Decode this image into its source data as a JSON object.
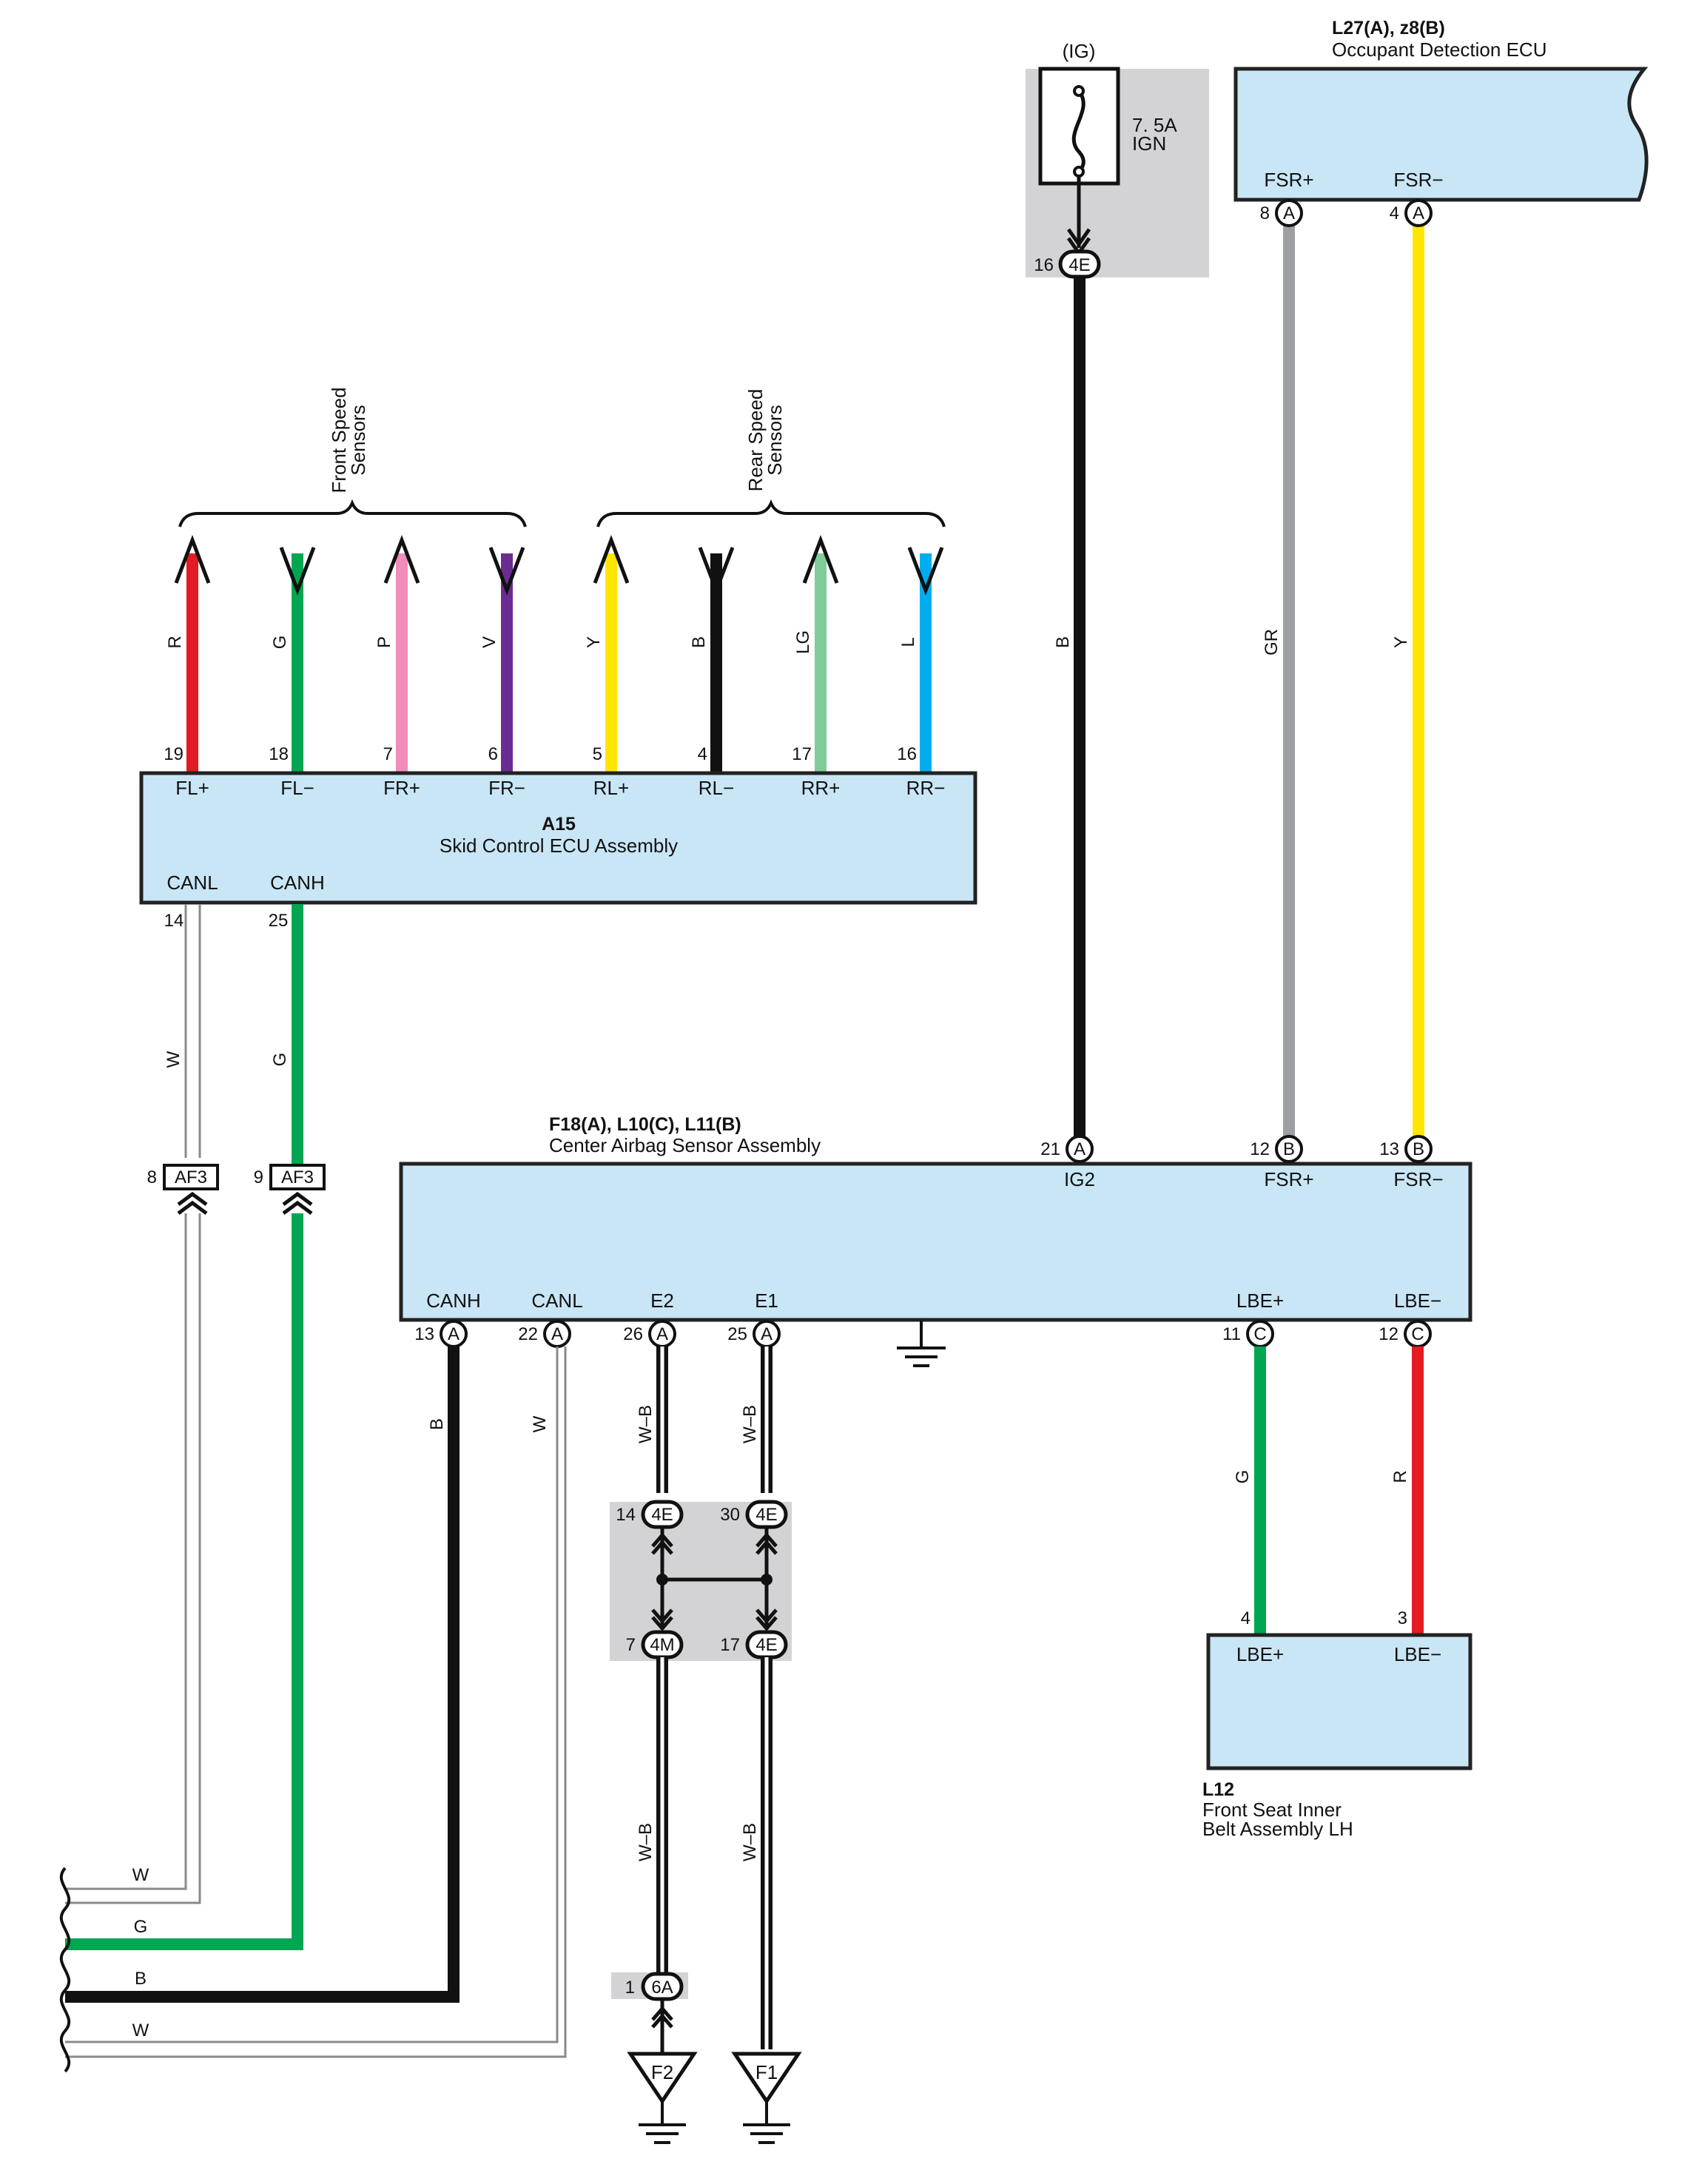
{
  "fuse": {
    "tag": "(IG)",
    "rating": "7. 5A",
    "name": "IGN",
    "connector_pin": "16",
    "connector_id": "4E"
  },
  "occupant_ecu": {
    "code": "L27(A), z8(B)",
    "name": "Occupant Detection ECU",
    "pins": [
      {
        "label": "FSR+",
        "num": "8",
        "conn": "A"
      },
      {
        "label": "FSR−",
        "num": "4",
        "conn": "A"
      }
    ]
  },
  "groups": {
    "front": [
      "Front Speed",
      "Sensors"
    ],
    "rear": [
      "Rear Speed",
      "Sensors"
    ]
  },
  "skid_ecu": {
    "code": "A15",
    "name": "Skid Control ECU Assembly",
    "top_pins": [
      {
        "num": "19",
        "label": "FL+",
        "wire": "R",
        "color": "#e31b23",
        "dir": "up"
      },
      {
        "num": "18",
        "label": "FL−",
        "wire": "G",
        "color": "#00a651",
        "dir": "down"
      },
      {
        "num": "7",
        "label": "FR+",
        "wire": "P",
        "color": "#f08db8",
        "dir": "up"
      },
      {
        "num": "6",
        "label": "FR−",
        "wire": "V",
        "color": "#6a2c91",
        "dir": "down"
      },
      {
        "num": "5",
        "label": "RL+",
        "wire": "Y",
        "color": "#ffe600",
        "dir": "up"
      },
      {
        "num": "4",
        "label": "RL−",
        "wire": "B",
        "color": "#111111",
        "dir": "down"
      },
      {
        "num": "17",
        "label": "RR+",
        "wire": "LG",
        "color": "#7fcc99",
        "dir": "up"
      },
      {
        "num": "16",
        "label": "RR−",
        "wire": "L",
        "color": "#00aeef",
        "dir": "down"
      }
    ],
    "bottom_pins": [
      {
        "num": "14",
        "label": "CANL",
        "wire": "W"
      },
      {
        "num": "25",
        "label": "CANH",
        "wire": "G"
      }
    ]
  },
  "af3": [
    {
      "num": "8",
      "id": "AF3"
    },
    {
      "num": "9",
      "id": "AF3"
    }
  ],
  "airbag": {
    "code": "F18(A), L10(C), L11(B)",
    "name": "Center Airbag Sensor Assembly",
    "top_pins": [
      {
        "num": "21",
        "conn": "A",
        "label": "IG2",
        "wire": "B"
      },
      {
        "num": "12",
        "conn": "B",
        "label": "FSR+",
        "wire": "GR"
      },
      {
        "num": "13",
        "conn": "B",
        "label": "FSR−",
        "wire": "Y"
      }
    ],
    "bottom_pins": [
      {
        "num": "13",
        "conn": "A",
        "label": "CANH",
        "wire": "B"
      },
      {
        "num": "22",
        "conn": "A",
        "label": "CANL",
        "wire": "W"
      },
      {
        "num": "26",
        "conn": "A",
        "label": "E2",
        "wire": "W–B"
      },
      {
        "num": "25",
        "conn": "A",
        "label": "E1",
        "wire": "W–B"
      },
      {
        "num": "11",
        "conn": "C",
        "label": "LBE+",
        "wire": "G"
      },
      {
        "num": "12",
        "conn": "C",
        "label": "LBE−",
        "wire": "R"
      }
    ]
  },
  "junction": {
    "top": [
      {
        "num": "14",
        "id": "4E"
      },
      {
        "num": "30",
        "id": "4E"
      }
    ],
    "bottom": [
      {
        "num": "7",
        "id": "4M"
      },
      {
        "num": "17",
        "id": "4E"
      }
    ]
  },
  "lower_wires": {
    "left": "W–B",
    "right": "W–B"
  },
  "conn_6a": {
    "num": "1",
    "id": "6A"
  },
  "grounds": [
    "F2",
    "F1"
  ],
  "belt": {
    "code": "L12",
    "name1": "Front Seat Inner",
    "name2": "Belt Assembly LH",
    "pins": [
      {
        "num": "4",
        "label": "LBE+"
      },
      {
        "num": "3",
        "label": "LBE−"
      }
    ]
  },
  "bus_labels": [
    "W",
    "G",
    "B",
    "W"
  ],
  "colors": {
    "box": "#c9e6f6",
    "splice_bg": "#d3d3d5",
    "red": "#e31b23",
    "green": "#00a651",
    "black": "#111111",
    "yellow": "#ffe600",
    "gray": "#9d9fa2"
  }
}
